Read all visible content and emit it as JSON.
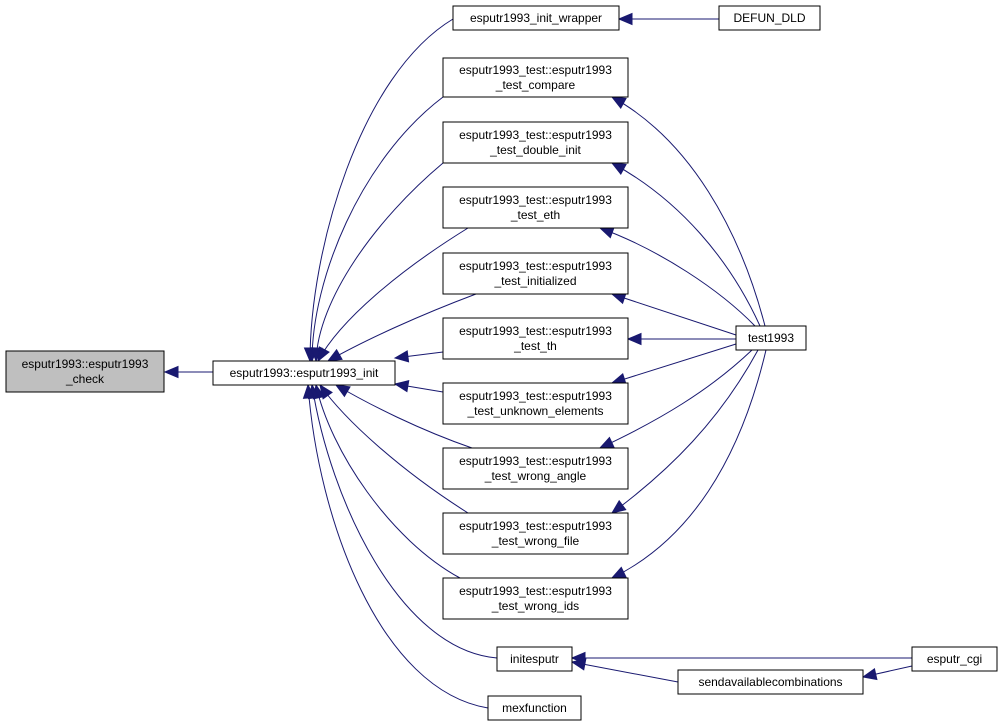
{
  "colors": {
    "edge": "#191970",
    "node_border": "#000000",
    "node_fill": "#ffffff",
    "focus_fill": "#bfbfbf"
  },
  "nodes": {
    "check": {
      "lines": [
        "esputr1993::esputr1993",
        "_check"
      ],
      "focus": true
    },
    "init": {
      "lines": [
        "esputr1993::esputr1993_init"
      ]
    },
    "wrapper": {
      "lines": [
        "esputr1993_init_wrapper"
      ]
    },
    "defun": {
      "lines": [
        "DEFUN_DLD"
      ]
    },
    "compare": {
      "lines": [
        "esputr1993_test::esputr1993",
        "_test_compare"
      ]
    },
    "double_init": {
      "lines": [
        "esputr1993_test::esputr1993",
        "_test_double_init"
      ]
    },
    "eth": {
      "lines": [
        "esputr1993_test::esputr1993",
        "_test_eth"
      ]
    },
    "initialized": {
      "lines": [
        "esputr1993_test::esputr1993",
        "_test_initialized"
      ]
    },
    "th": {
      "lines": [
        "esputr1993_test::esputr1993",
        "_test_th"
      ]
    },
    "unknown": {
      "lines": [
        "esputr1993_test::esputr1993",
        "_test_unknown_elements"
      ]
    },
    "angle": {
      "lines": [
        "esputr1993_test::esputr1993",
        "_test_wrong_angle"
      ]
    },
    "file": {
      "lines": [
        "esputr1993_test::esputr1993",
        "_test_wrong_file"
      ]
    },
    "ids": {
      "lines": [
        "esputr1993_test::esputr1993",
        "_test_wrong_ids"
      ]
    },
    "test1993": {
      "lines": [
        "test1993"
      ]
    },
    "initesputr": {
      "lines": [
        "initesputr"
      ]
    },
    "sendavail": {
      "lines": [
        "sendavailablecombinations"
      ]
    },
    "cgi": {
      "lines": [
        "esputr_cgi"
      ]
    },
    "mex": {
      "lines": [
        "mexfunction"
      ]
    }
  },
  "edges": [
    {
      "from": "init",
      "to": "check"
    },
    {
      "from": "wrapper",
      "to": "init"
    },
    {
      "from": "compare",
      "to": "init"
    },
    {
      "from": "double_init",
      "to": "init"
    },
    {
      "from": "eth",
      "to": "init"
    },
    {
      "from": "initialized",
      "to": "init"
    },
    {
      "from": "th",
      "to": "init"
    },
    {
      "from": "unknown",
      "to": "init"
    },
    {
      "from": "angle",
      "to": "init"
    },
    {
      "from": "file",
      "to": "init"
    },
    {
      "from": "ids",
      "to": "init"
    },
    {
      "from": "initesputr",
      "to": "init"
    },
    {
      "from": "mex",
      "to": "init"
    },
    {
      "from": "defun",
      "to": "wrapper"
    },
    {
      "from": "test1993",
      "to": "compare"
    },
    {
      "from": "test1993",
      "to": "double_init"
    },
    {
      "from": "test1993",
      "to": "eth"
    },
    {
      "from": "test1993",
      "to": "initialized"
    },
    {
      "from": "test1993",
      "to": "th"
    },
    {
      "from": "test1993",
      "to": "unknown"
    },
    {
      "from": "test1993",
      "to": "angle"
    },
    {
      "from": "test1993",
      "to": "file"
    },
    {
      "from": "test1993",
      "to": "ids"
    },
    {
      "from": "cgi",
      "to": "initesputr"
    },
    {
      "from": "sendavail",
      "to": "initesputr"
    },
    {
      "from": "cgi",
      "to": "sendavail"
    }
  ]
}
